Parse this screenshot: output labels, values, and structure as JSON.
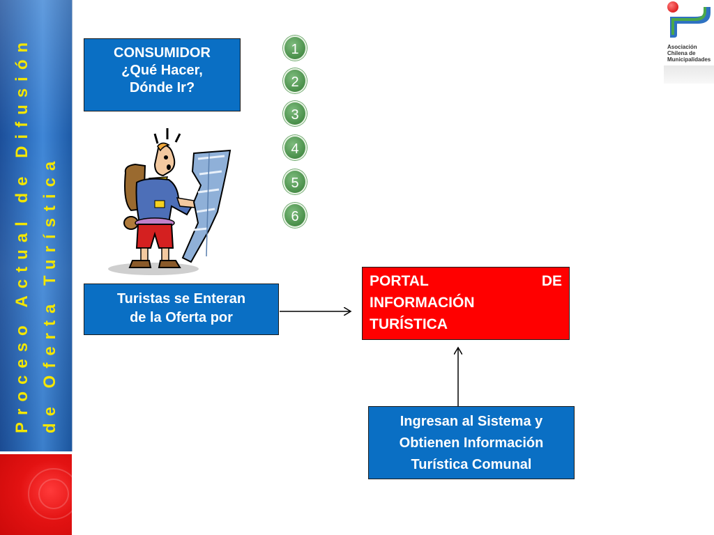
{
  "sidebar": {
    "title_line1": "Proceso Actual de Difusión",
    "title_line2": "de Oferta Turística",
    "title_color": "#f3e600",
    "bg_color": "#2f72c2",
    "accent_box_color": "#e31212"
  },
  "logo": {
    "line1": "Asociación",
    "line2": "Chilena de",
    "line3": "Municipalidades",
    "colors": [
      "#d10000",
      "#4aa84a",
      "#2f72c2"
    ]
  },
  "diagram": {
    "consumer_box": {
      "line1": "CONSUMIDOR",
      "line2": "¿Qué Hacer,",
      "line3": "Dónde Ir?"
    },
    "tourists_box": {
      "line1": "Turistas se Enteran",
      "line2": "de la Oferta por"
    },
    "portal_box": {
      "line1_a": "PORTAL",
      "line1_b": "DE",
      "line2": "INFORMACIÓN",
      "line3": "TURÍSTICA",
      "color": "#ff0000"
    },
    "system_box": {
      "line1": "Ingresan al Sistema y",
      "line2": "Obtienen Información",
      "line3": "Turística Comunal"
    },
    "box_color": "#0a6fc4",
    "steps": [
      "1",
      "2",
      "3",
      "4",
      "5",
      "6"
    ],
    "step_color": "#4a8f4a",
    "illustration": "tourist-with-map-illustration"
  }
}
